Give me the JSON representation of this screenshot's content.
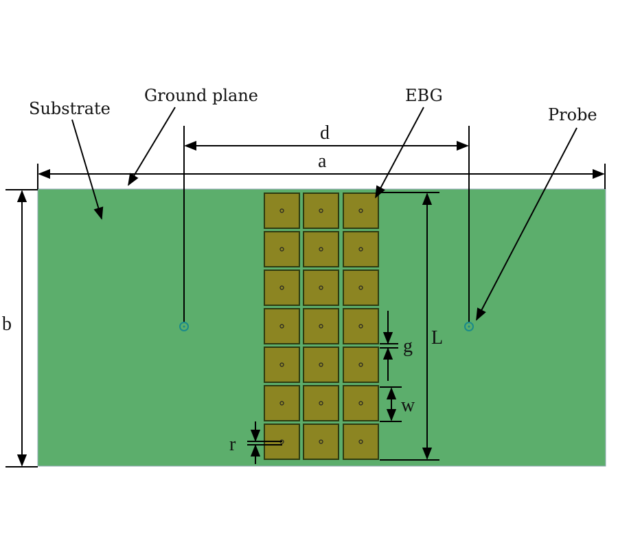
{
  "labels": {
    "substrate": "Substrate",
    "ground_plane": "Ground plane",
    "ebg": "EBG",
    "probe": "Probe"
  },
  "dimensions": {
    "d": "d",
    "a": "a",
    "b": "b",
    "L": "L",
    "g": "g",
    "w": "w",
    "r": "r"
  },
  "ebg_grid": {
    "rows": 7,
    "cols": 3
  },
  "colors": {
    "substrate": "#5cae6c",
    "patch": "#8c8522",
    "patch_border": "#2d3a10",
    "probe": "#1a8a8a"
  }
}
